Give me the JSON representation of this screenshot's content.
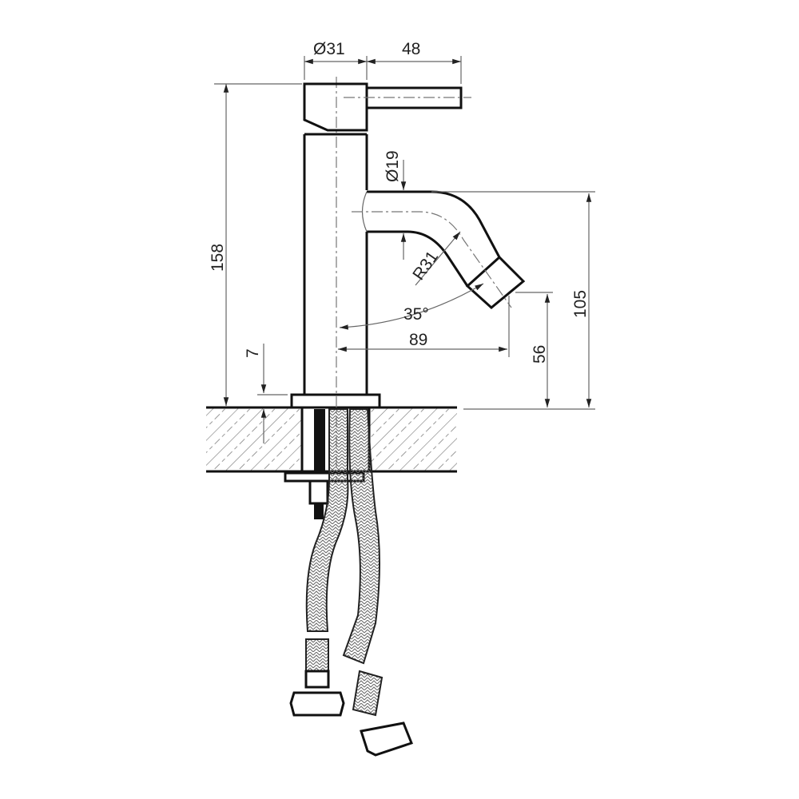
{
  "drawing": {
    "subject": "Single-lever basin mixer faucet, side elevation with dimensions",
    "units": "mm",
    "background": "#ffffff",
    "line_color": "#111111",
    "dimension_line_color": "#666666"
  },
  "dimensions": {
    "body_diameter": "Ø31",
    "lever_length": "48",
    "spout_diameter": "Ø19",
    "spout_bend_radius": "R31",
    "spout_angle": "35°",
    "spout_reach": "89",
    "outlet_height": "56",
    "spout_top_height": "105",
    "total_height": "158",
    "base_flange_height": "7"
  },
  "components": {
    "lever_handle": "lever handle",
    "body": "cylindrical body",
    "spout": "angled spout",
    "base_flange": "base flange",
    "countertop": "countertop (hatched section)",
    "mounting_stud": "threaded mounting stud with nut",
    "hoses": [
      "flexible braided hose (left)",
      "flexible braided hose (right)"
    ],
    "hose_nuts": [
      "hex nut (left)",
      "hex nut (right)"
    ]
  }
}
